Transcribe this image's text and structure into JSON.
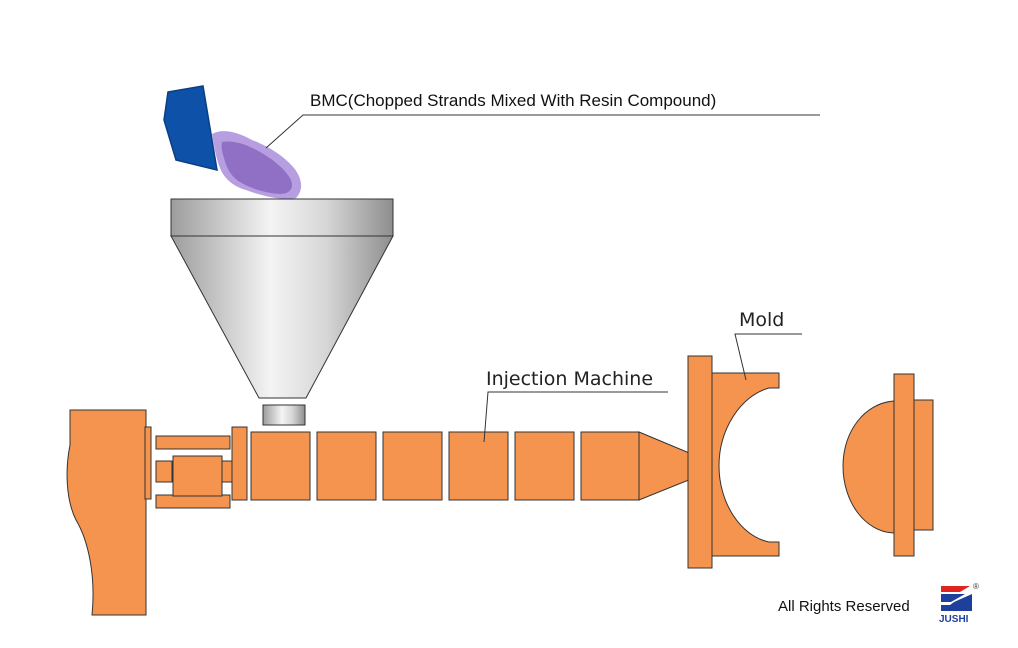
{
  "labels": {
    "material": "BMC(Chopped Strands Mixed With Resin Compound)",
    "mold": "Mold",
    "machine": "Injection Machine"
  },
  "footer": {
    "rights": "All Rights Reserved",
    "brand": "JUSHI",
    "registered_mark": "®"
  },
  "colors": {
    "machine": "#f5944f",
    "outline": "#333333",
    "bucket": "#0d52a8",
    "compound": "#8f70c4",
    "compound_edge": "#b69ee0",
    "hopper": "#c9c9c9",
    "brand_red": "#e0241f",
    "brand_blue": "#1f3f9c"
  }
}
